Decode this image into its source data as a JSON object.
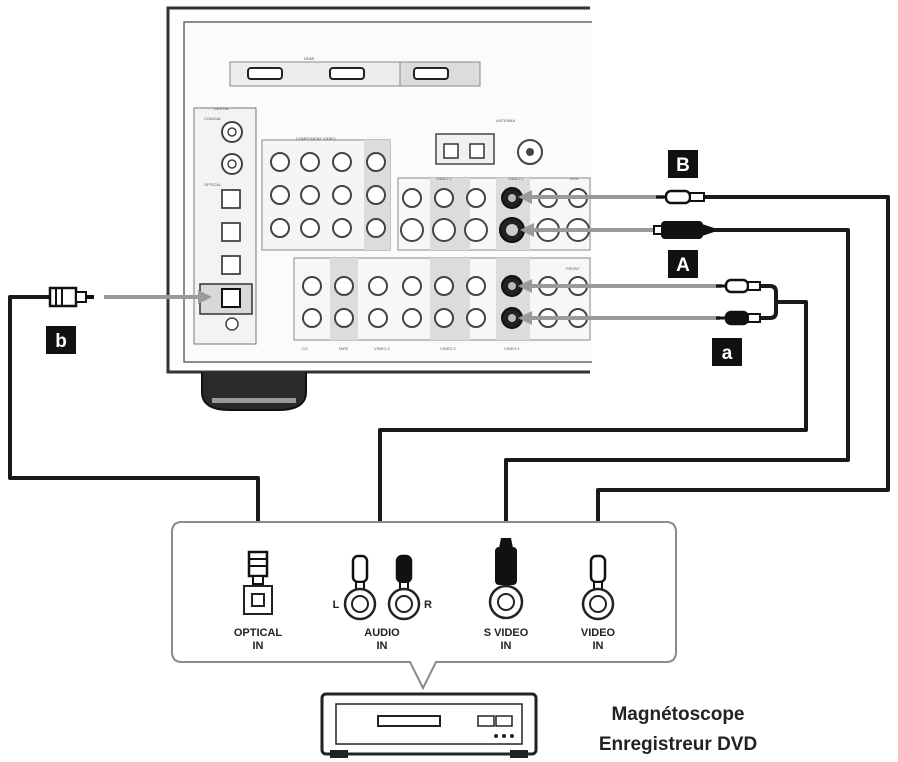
{
  "badges": {
    "a": "a",
    "b": "b",
    "A": "A",
    "B": "B"
  },
  "device_jacks": {
    "optical": [
      "OPTICAL",
      "IN"
    ],
    "audio": [
      "AUDIO",
      "IN"
    ],
    "audio_left": "L",
    "audio_right": "R",
    "svideo": [
      "S VIDEO",
      "IN"
    ],
    "video": [
      "VIDEO",
      "IN"
    ]
  },
  "device_name": [
    "Magnétoscope",
    "Enregistreur DVD"
  ],
  "panel_labels": {
    "hdmi": "HDMI",
    "digital": "DIGITAL",
    "coaxial": "COAXIAL",
    "optical": "OPTICAL",
    "component_video": "COMPONENT VIDEO",
    "antenna": "ANTENNA",
    "video1": "VIDEO 1",
    "video2": "VIDEO 2",
    "video3": "VIDEO 3",
    "dvd": "DVD",
    "tape": "TAPE",
    "cd": "CD",
    "front": "FRONT"
  },
  "colors": {
    "cable": "#1a1a1a",
    "arrow": "#999999",
    "badge": "#111111",
    "panel_fill": "#f2f2f2"
  }
}
